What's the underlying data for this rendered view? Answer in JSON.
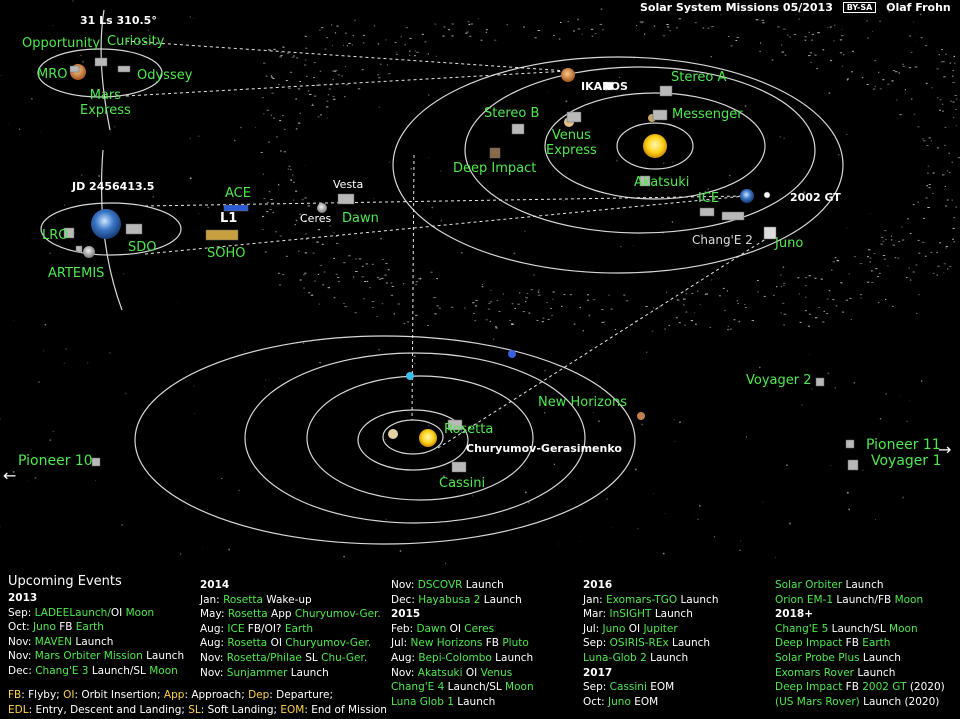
{
  "header": {
    "title": "Solar System Missions 05/2013",
    "license": "BY-SA",
    "author": "Olaf Frohn"
  },
  "mars": {
    "ls": "31 Ls 310.5°",
    "labels": {
      "opportunity": "Opportunity",
      "curiosity": "Curiosity",
      "mro": "MRO",
      "odyssey": "Odyssey",
      "mars_express": "Mars\nExpress"
    }
  },
  "earth": {
    "jd": "JD 2456413.5",
    "labels": {
      "lro": "LRO",
      "sdo": "SDO",
      "artemis": "ARTEMIS",
      "ace": "ACE",
      "l1": "L1",
      "soho": "SOHO"
    }
  },
  "asteroids": {
    "vesta": "Vesta",
    "ceres": "Ceres",
    "dawn": "Dawn",
    "gt": "2002 GT"
  },
  "inner": {
    "labels": {
      "ikaros": "IKAROS",
      "stereo_a": "Stereo A",
      "stereo_b": "Stereo B",
      "messenger": "Messenger",
      "venus_express": "Venus\nExpress",
      "deep_impact": "Deep Impact",
      "akatsuki": "Akatsuki",
      "ice": "ICE",
      "change2": "Chang'E 2",
      "juno": "Juno"
    }
  },
  "outer": {
    "labels": {
      "voyager2": "Voyager 2",
      "new_horizons": "New Horizons",
      "rosetta": "Rosetta",
      "churyumov": "Churyumov-Gerasimenko",
      "cassini": "Cassini",
      "pioneer10": "Pioneer 10",
      "pioneer11": "Pioneer 11",
      "voyager1": "Voyager 1"
    }
  },
  "events": {
    "title": "Upcoming Events",
    "columns": [
      {
        "entries": [
          {
            "year": "2013"
          },
          {
            "m": "Sep:",
            "mi": "LADEE",
            "t": [
              [
                "Launch/",
                "g"
              ],
              [
                "OI",
                "w"
              ],
              [
                " Moon",
                "g"
              ]
            ]
          },
          {
            "m": "Oct:",
            "mi": "Juno",
            "t": [
              [
                " FB ",
                "w"
              ],
              [
                "Earth",
                "g"
              ]
            ]
          },
          {
            "m": "Nov:",
            "mi": "MAVEN",
            "t": [
              [
                " Launch",
                "w"
              ]
            ]
          },
          {
            "m": "Nov:",
            "mi": "Mars Orbiter Mission",
            "t": [
              [
                " Launch",
                "w"
              ]
            ]
          },
          {
            "m": "Dec:",
            "mi": "Chang'E 3",
            "t": [
              [
                " Launch/",
                "w"
              ],
              [
                "SL",
                "w"
              ],
              [
                " Moon",
                "g"
              ]
            ]
          }
        ]
      },
      {
        "entries": [
          {
            "year": "2014"
          },
          {
            "m": "Jan:",
            "mi": "Rosetta",
            "t": [
              [
                " Wake-up",
                "w"
              ]
            ]
          },
          {
            "m": "May:",
            "mi": "Rosetta",
            "t": [
              [
                " App ",
                "w"
              ],
              [
                "Churyumov-Ger.",
                "g"
              ]
            ]
          },
          {
            "m": "Aug:",
            "mi": "ICE",
            "t": [
              [
                " FB/OI? ",
                "w"
              ],
              [
                "Earth",
                "g"
              ]
            ]
          },
          {
            "m": "Aug:",
            "mi": "Rosetta",
            "t": [
              [
                " OI ",
                "w"
              ],
              [
                "Churyumov-Ger.",
                "g"
              ]
            ]
          },
          {
            "m": "Nov:",
            "mi": "Rosetta/Philae",
            "t": [
              [
                " SL ",
                "w"
              ],
              [
                "Chu-Ger.",
                "g"
              ]
            ]
          },
          {
            "m": "Nov:",
            "mi": "Sunjammer",
            "t": [
              [
                " Launch",
                "w"
              ]
            ]
          }
        ]
      },
      {
        "entries": [
          {
            "m": "Nov:",
            "mi": "DSCOVR",
            "t": [
              [
                " Launch",
                "w"
              ]
            ]
          },
          {
            "m": "Dec:",
            "mi": "Hayabusa 2",
            "t": [
              [
                " Launch",
                "w"
              ]
            ]
          },
          {
            "year": "2015"
          },
          {
            "m": "Feb:",
            "mi": "Dawn",
            "t": [
              [
                " OI ",
                "w"
              ],
              [
                "Ceres",
                "g"
              ]
            ]
          },
          {
            "m": "Jul:",
            "mi": "New Horizons",
            "t": [
              [
                " FB ",
                "w"
              ],
              [
                "Pluto",
                "g"
              ]
            ]
          },
          {
            "m": "Aug:",
            "mi": "Bepi-Colombo",
            "t": [
              [
                " Launch",
                "w"
              ]
            ]
          },
          {
            "m": "Nov:",
            "mi": "Akatsuki",
            "t": [
              [
                " OI ",
                "w"
              ],
              [
                "Venus",
                "g"
              ]
            ]
          },
          {
            "m": "",
            "mi": "Chang'E 4",
            "t": [
              [
                " Launch/",
                "w"
              ],
              [
                "SL",
                "w"
              ],
              [
                " Moon",
                "g"
              ]
            ]
          },
          {
            "m": "",
            "mi": "Luna Glob 1",
            "t": [
              [
                " Launch",
                "w"
              ]
            ]
          }
        ]
      },
      {
        "entries": [
          {
            "year": "2016"
          },
          {
            "m": "Jan:",
            "mi": "Exomars-TGO",
            "t": [
              [
                " Launch",
                "w"
              ]
            ]
          },
          {
            "m": "Mar:",
            "mi": "InSIGHT",
            "t": [
              [
                " Launch",
                "w"
              ]
            ]
          },
          {
            "m": "Jul:",
            "mi": "Juno",
            "t": [
              [
                " OI ",
                "w"
              ],
              [
                "Jupiter",
                "g"
              ]
            ]
          },
          {
            "m": "Sep:",
            "mi": "OSIRIS-REx",
            "t": [
              [
                " Launch",
                "w"
              ]
            ]
          },
          {
            "m": "",
            "mi": "Luna-Glob 2",
            "t": [
              [
                " Launch",
                "w"
              ]
            ]
          },
          {
            "year": "2017"
          },
          {
            "m": "Sep:",
            "mi": "Cassini",
            "t": [
              [
                " EOM",
                "w"
              ]
            ]
          },
          {
            "m": "Oct:",
            "mi": "Juno",
            "t": [
              [
                " EOM",
                "w"
              ]
            ]
          }
        ]
      },
      {
        "entries": [
          {
            "m": "",
            "mi": "Solar Orbiter",
            "t": [
              [
                " Launch",
                "w"
              ]
            ]
          },
          {
            "m": "",
            "mi": "Orion EM-1",
            "t": [
              [
                " Launch/",
                "w"
              ],
              [
                "FB",
                "w"
              ],
              [
                " Moon",
                "g"
              ]
            ]
          },
          {
            "year": "2018+"
          },
          {
            "m": "",
            "mi": "Chang'E 5",
            "t": [
              [
                " Launch/",
                "w"
              ],
              [
                "SL",
                "w"
              ],
              [
                " Moon",
                "g"
              ]
            ]
          },
          {
            "m": "",
            "mi": "Deep Impact",
            "t": [
              [
                " FB ",
                "w"
              ],
              [
                "Earth",
                "g"
              ]
            ]
          },
          {
            "m": "",
            "mi": "Solar Probe Plus",
            "t": [
              [
                " Launch",
                "w"
              ]
            ]
          },
          {
            "m": "",
            "mi": "Exomars Rover",
            "t": [
              [
                " Launch",
                "w"
              ]
            ]
          },
          {
            "m": "",
            "mi": "Deep Impact",
            "t": [
              [
                " FB ",
                "w"
              ],
              [
                "2002 GT",
                "g"
              ],
              [
                " (2020)",
                "w"
              ]
            ]
          },
          {
            "m": "",
            "mi": "(US Mars Rover)",
            "t": [
              [
                " Launch",
                "w"
              ],
              [
                " (2020)",
                "w"
              ]
            ]
          }
        ]
      }
    ],
    "legend": [
      [
        [
          "FB",
          "k"
        ],
        [
          ": Flyby; ",
          "v"
        ],
        [
          "OI",
          "k"
        ],
        [
          ": Orbit Insertion; ",
          "v"
        ],
        [
          "App",
          "k"
        ],
        [
          ": Approach; ",
          "v"
        ],
        [
          "Dep",
          "k"
        ],
        [
          ": Departure;",
          "v"
        ]
      ],
      [
        [
          "EDL",
          "k"
        ],
        [
          ": Entry, Descent and Landing; ",
          "v"
        ],
        [
          "SL",
          "k"
        ],
        [
          ": Soft Landing; ",
          "v"
        ],
        [
          "EOM",
          "k"
        ],
        [
          ": End of Mission",
          "v"
        ]
      ]
    ]
  }
}
